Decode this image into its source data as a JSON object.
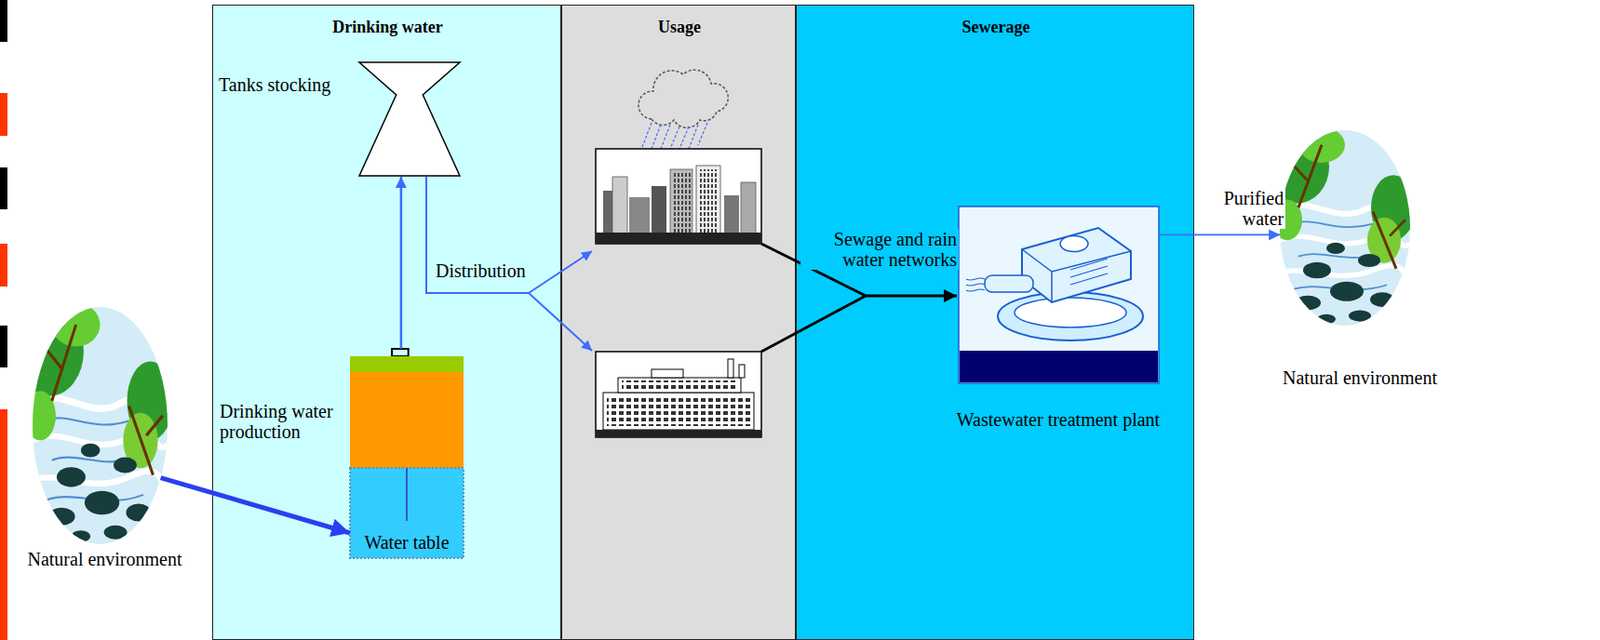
{
  "diagram": {
    "nodes": [
      {
        "text": [
          "Drinking water"
        ]
      },
      {
        "text": [
          "Usage"
        ]
      },
      {
        "text": [
          "Sewerage"
        ]
      },
      {
        "text": [
          "Natural environment"
        ]
      },
      {
        "text": [
          "Tanks stocking"
        ],
        "in": 0
      },
      {
        "text": [
          "Drinking water production",
          "Water table"
        ],
        "in": 0
      },
      {
        "text": [
          "Wastewater treatment plant"
        ],
        "in": 2
      },
      {
        "text": [
          "Natural environment"
        ]
      }
    ],
    "edges": [
      {
        "from": 3,
        "to": 5,
        "arrow": "to"
      },
      {
        "from": 5,
        "to": 4,
        "arrow": "to"
      },
      {
        "from": 6,
        "to": 7,
        "label": "Purified water",
        "arrow": "to"
      }
    ],
    "labels": [
      "Distribution",
      "Sewage and rain water networks"
    ]
  }
}
